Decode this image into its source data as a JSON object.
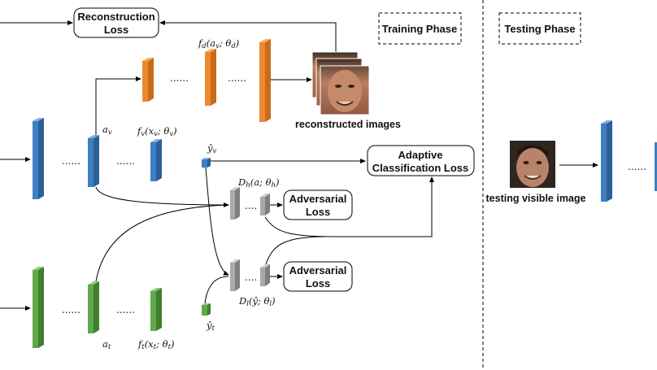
{
  "phases": {
    "training": "Training Phase",
    "testing": "Testing Phase"
  },
  "boxes": {
    "reconstruction_1": "Reconstruction",
    "reconstruction_2": "Loss",
    "adaptive_1": "Adaptive",
    "adaptive_2": "Classification Loss",
    "adversarial_top_1": "Adversarial",
    "adversarial_top_2": "Loss",
    "adversarial_bottom_1": "Adversarial",
    "adversarial_bottom_2": "Loss"
  },
  "captions": {
    "reconstructed": "reconstructed images",
    "testing_visible": "testing visible image"
  },
  "math": {
    "fd": "f_d(a_v; θ_d)",
    "av": "a_v",
    "fv": "f_v(x_v; θ_v)",
    "yv": "ŷ_v",
    "dh": "D_h(a; θ_h)",
    "dl": "D_l(ŷ; θ_l)",
    "yt": "ŷ_t",
    "at": "a_t",
    "ft": "f_t(x_t; θ_t)"
  },
  "ellipsis": "......",
  "ellipsis_short": "....",
  "colors": {
    "blue": "#3f7fc3",
    "orange": "#ee8a2e",
    "green": "#5fa84b",
    "gray": "#a9a9a9",
    "face_skin": "#a86e52"
  }
}
